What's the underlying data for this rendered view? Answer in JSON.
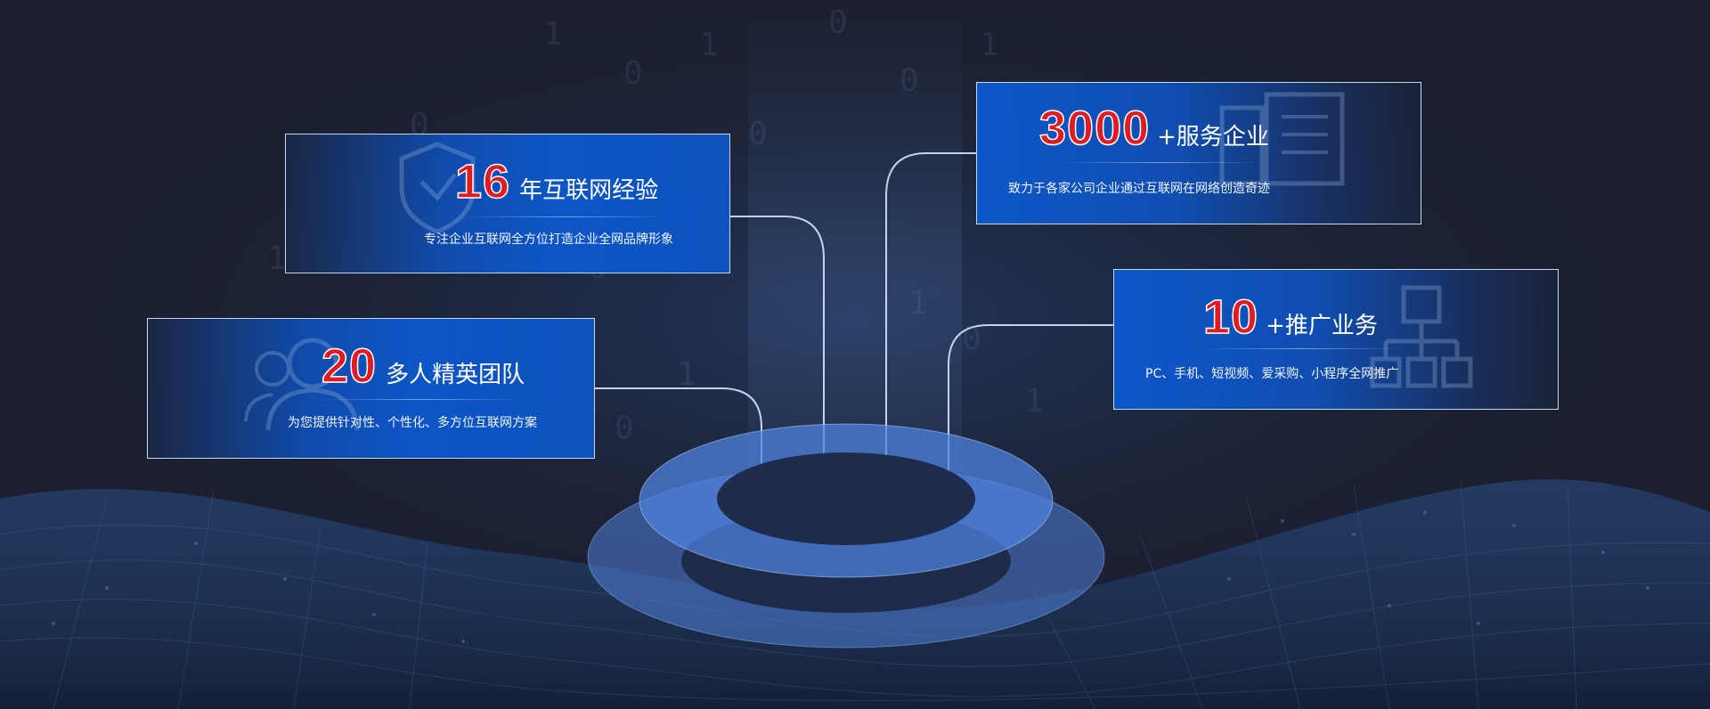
{
  "stats": [
    {
      "number": "16",
      "label": "年互联网经验",
      "description": "专注企业互联网全方位打造企业全网品牌形象"
    },
    {
      "number": "20",
      "label": "多人精英团队",
      "description": "为您提供针对性、个性化、多方位互联网方案"
    },
    {
      "number": "3000",
      "label": "+服务企业",
      "description": "致力于各家公司企业通过互联网在网络创造奇迹"
    },
    {
      "number": "10",
      "label": "+推广业务",
      "description": "PC、手机、短视频、爱采购、小程序全网推广"
    }
  ],
  "colors": {
    "background": "#1b1f30",
    "card_blue": "#0c58cd",
    "number_red": "#e01b22",
    "ring_blue": "#4f7fd8"
  },
  "icons": [
    "shield-icon",
    "team-icon",
    "building-icon",
    "network-icon"
  ]
}
